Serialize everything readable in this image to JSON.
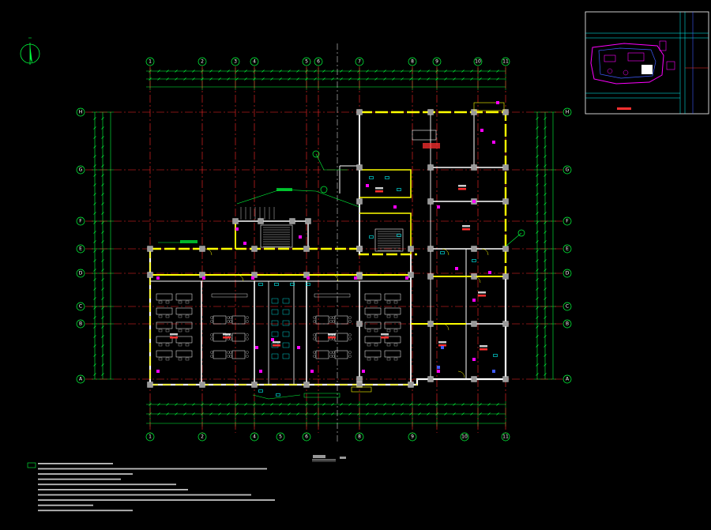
{
  "drawing": {
    "background": "#000000",
    "colors": {
      "grid_line": "#ff2a2a",
      "dimension": "#00ff3c",
      "wall": "#ffff00",
      "wall_inner": "#ffffff",
      "room_label": "#ffffff",
      "room_tag": "#ff3030",
      "column": "#9a9a9a",
      "bubble": "#00ff3c",
      "furniture": "#ffffff",
      "accent_cyan": "#00ffff",
      "accent_magenta": "#ff00ff",
      "accent_blue": "#3f5bff"
    },
    "axis_numbers": [
      "1",
      "2",
      "3",
      "4",
      "5",
      "6",
      "7",
      "8",
      "9",
      "10",
      "11"
    ],
    "axis_letters": [
      "A",
      "B",
      "C",
      "D",
      "E",
      "F",
      "G",
      "H"
    ],
    "bottom_axis_numbers": [
      "1",
      "2",
      "4",
      "5",
      "6",
      "8",
      "9",
      "10",
      "11"
    ]
  },
  "north_arrow": {
    "icon": "north-arrow-icon"
  },
  "key_plan": {
    "icon": "site-key-plan"
  },
  "notes": {
    "icon": "notes-block"
  }
}
